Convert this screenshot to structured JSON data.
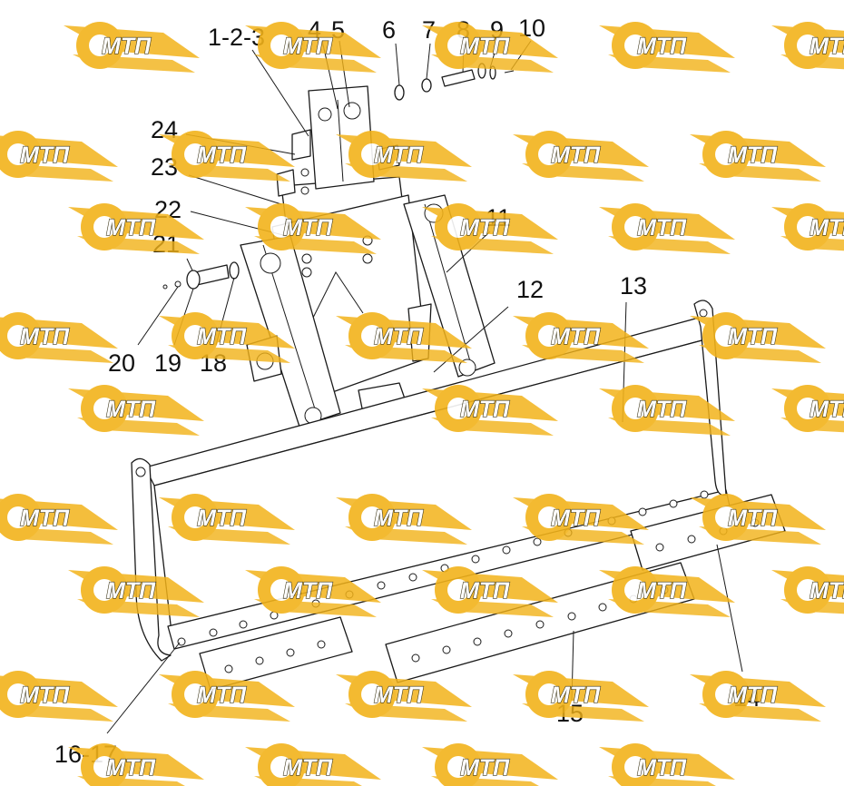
{
  "diagram": {
    "watermark_text": "МТП",
    "colors": {
      "watermark": "#f2b31a",
      "line": "#1a1a1a",
      "background": "#ffffff"
    },
    "callouts": [
      {
        "id": "c1",
        "text": "1-2-3"
      },
      {
        "id": "c4",
        "text": "4"
      },
      {
        "id": "c5",
        "text": "5"
      },
      {
        "id": "c6",
        "text": "6"
      },
      {
        "id": "c7",
        "text": "7"
      },
      {
        "id": "c8",
        "text": "8"
      },
      {
        "id": "c9",
        "text": "9"
      },
      {
        "id": "c10",
        "text": "10"
      },
      {
        "id": "c11",
        "text": "11"
      },
      {
        "id": "c12",
        "text": "12"
      },
      {
        "id": "c13",
        "text": "13"
      },
      {
        "id": "c14",
        "text": "14"
      },
      {
        "id": "c15",
        "text": "15"
      },
      {
        "id": "c16",
        "text": "16-17"
      },
      {
        "id": "c18",
        "text": "18"
      },
      {
        "id": "c19",
        "text": "19"
      },
      {
        "id": "c20",
        "text": "20"
      },
      {
        "id": "c21",
        "text": "21"
      },
      {
        "id": "c22",
        "text": "22"
      },
      {
        "id": "c23",
        "text": "23"
      },
      {
        "id": "c24",
        "text": "24"
      }
    ]
  }
}
